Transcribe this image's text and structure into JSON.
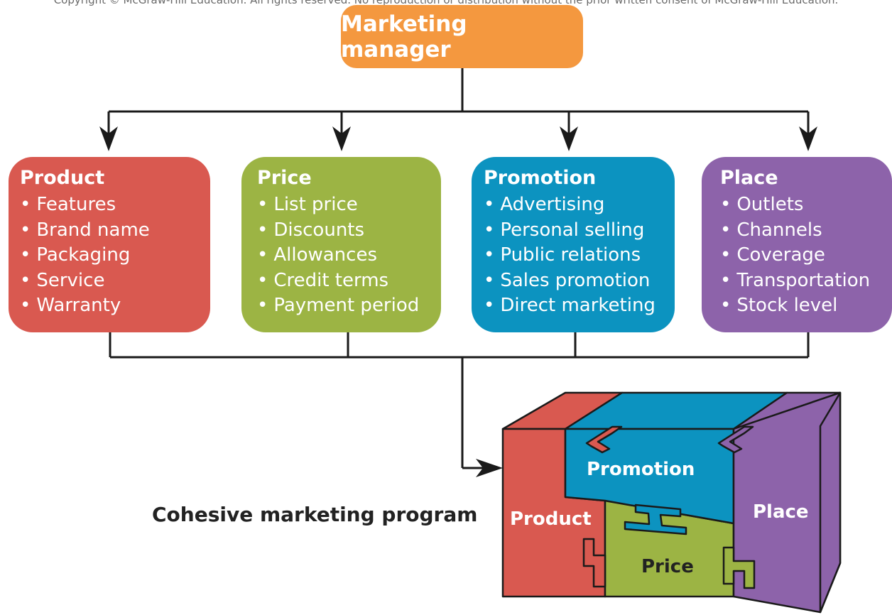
{
  "copyright": "Copyright © McGraw-Hill Education. All rights reserved. No reproduction or distribution without the prior written consent of McGraw-Hill Education.",
  "manager": {
    "label": "Marketing manager"
  },
  "cards": {
    "product": {
      "title": "Product",
      "items": [
        "Features",
        "Brand name",
        "Packaging",
        "Service",
        "Warranty"
      ]
    },
    "price": {
      "title": "Price",
      "items": [
        "List price",
        "Discounts",
        "Allowances",
        "Credit terms",
        "Payment period"
      ]
    },
    "promotion": {
      "title": "Promotion",
      "items": [
        "Advertising",
        "Personal selling",
        "Public relations",
        "Sales promotion",
        "Direct marketing"
      ]
    },
    "place": {
      "title": "Place",
      "items": [
        "Outlets",
        "Channels",
        "Coverage",
        "Transportation",
        "Stock level"
      ]
    }
  },
  "program": {
    "label": "Cohesive marketing program"
  },
  "cube": {
    "promotion": "Promotion",
    "product": "Product",
    "price": "Price",
    "place": "Place"
  },
  "colors": {
    "orange": "#f4983f",
    "red": "#d95950",
    "green": "#9cb444",
    "blue": "#0c93c0",
    "purple": "#8d63aa"
  }
}
